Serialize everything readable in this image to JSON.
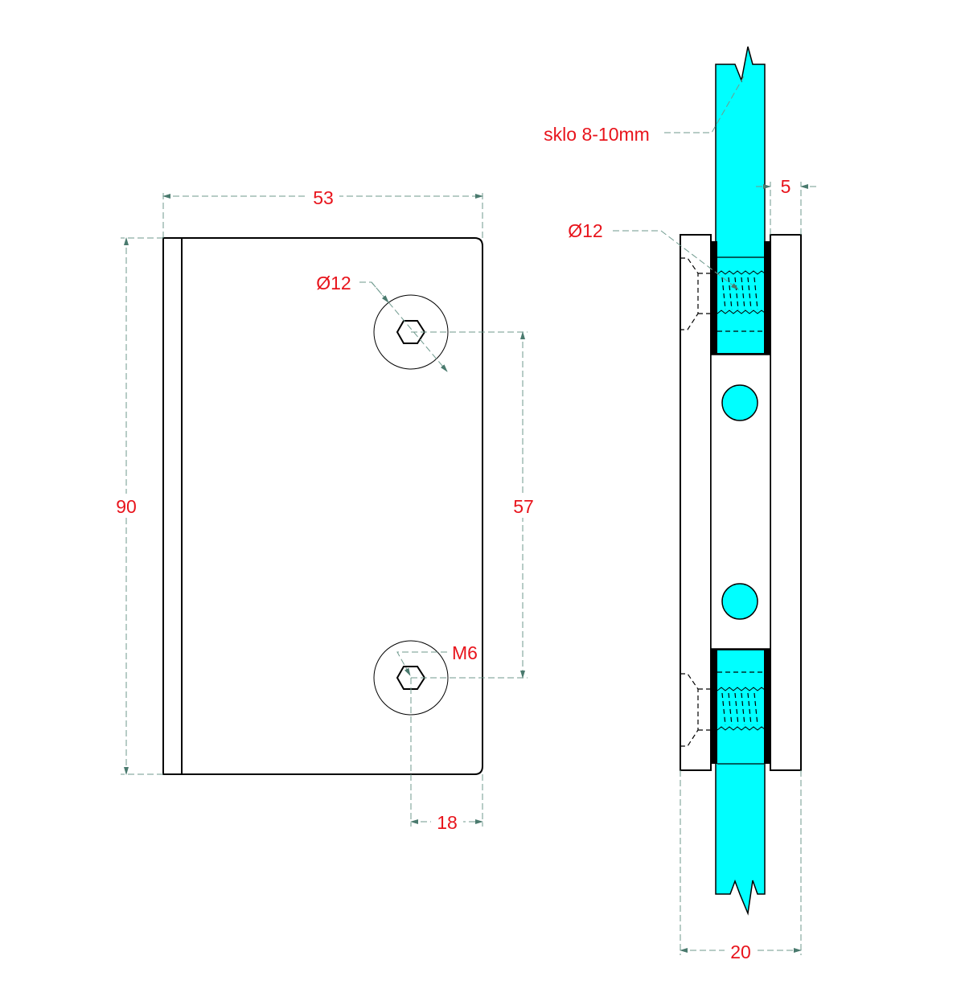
{
  "colors": {
    "glass": "#00ffff",
    "dimension_text": "#e8141c",
    "dimension_line": "#6f9a8e",
    "gasket": "#000000"
  },
  "front_view": {
    "width_label": "53",
    "height_label": "90",
    "hole_spacing_label": "57",
    "hole_offset_label": "18",
    "hole_diameter_label": "Ø12",
    "thread_label": "M6"
  },
  "side_view": {
    "glass_label": "sklo 8-10mm",
    "gap_label": "5",
    "diameter_label": "Ø12",
    "thickness_label": "20"
  }
}
